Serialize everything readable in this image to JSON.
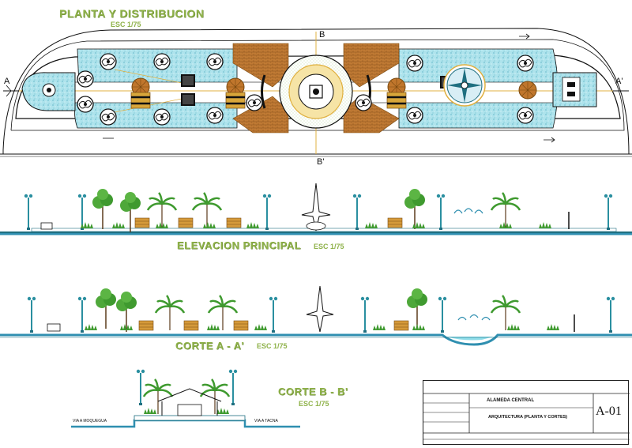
{
  "titles": {
    "plan": "PLANTA Y DISTRIBUCION",
    "plan_scale": "ESC 1/75",
    "elevation": "ELEVACION PRINCIPAL",
    "elevation_scale": "ESC 1/75",
    "section_aa": "CORTE A - A'",
    "section_aa_scale": "ESC 1/75",
    "section_bb": "CORTE B - B'",
    "section_bb_scale": "ESC 1/75"
  },
  "cut_markers": {
    "a_left": "A",
    "a_right": "A'",
    "b_top": "B",
    "b_bottom": "B'"
  },
  "section_bb_labels": {
    "left_road": "VIA A MOQUEGUA",
    "right_road": "VIA A TACNA"
  },
  "title_block": {
    "project": "ALAMEDA CENTRAL",
    "content": "ARQUITECTURA (PLANTA Y CORTES)",
    "sheet": "A-01"
  },
  "colors": {
    "title_green": "#8fb24a",
    "ground_blue": "#2f8fb0",
    "lamp_teal": "#2a8fa0",
    "tree_green": "#3f9a2f",
    "paving_brown": "#b8742e",
    "water_cyan": "#8fdce8",
    "axis_gold": "#e0b040"
  }
}
